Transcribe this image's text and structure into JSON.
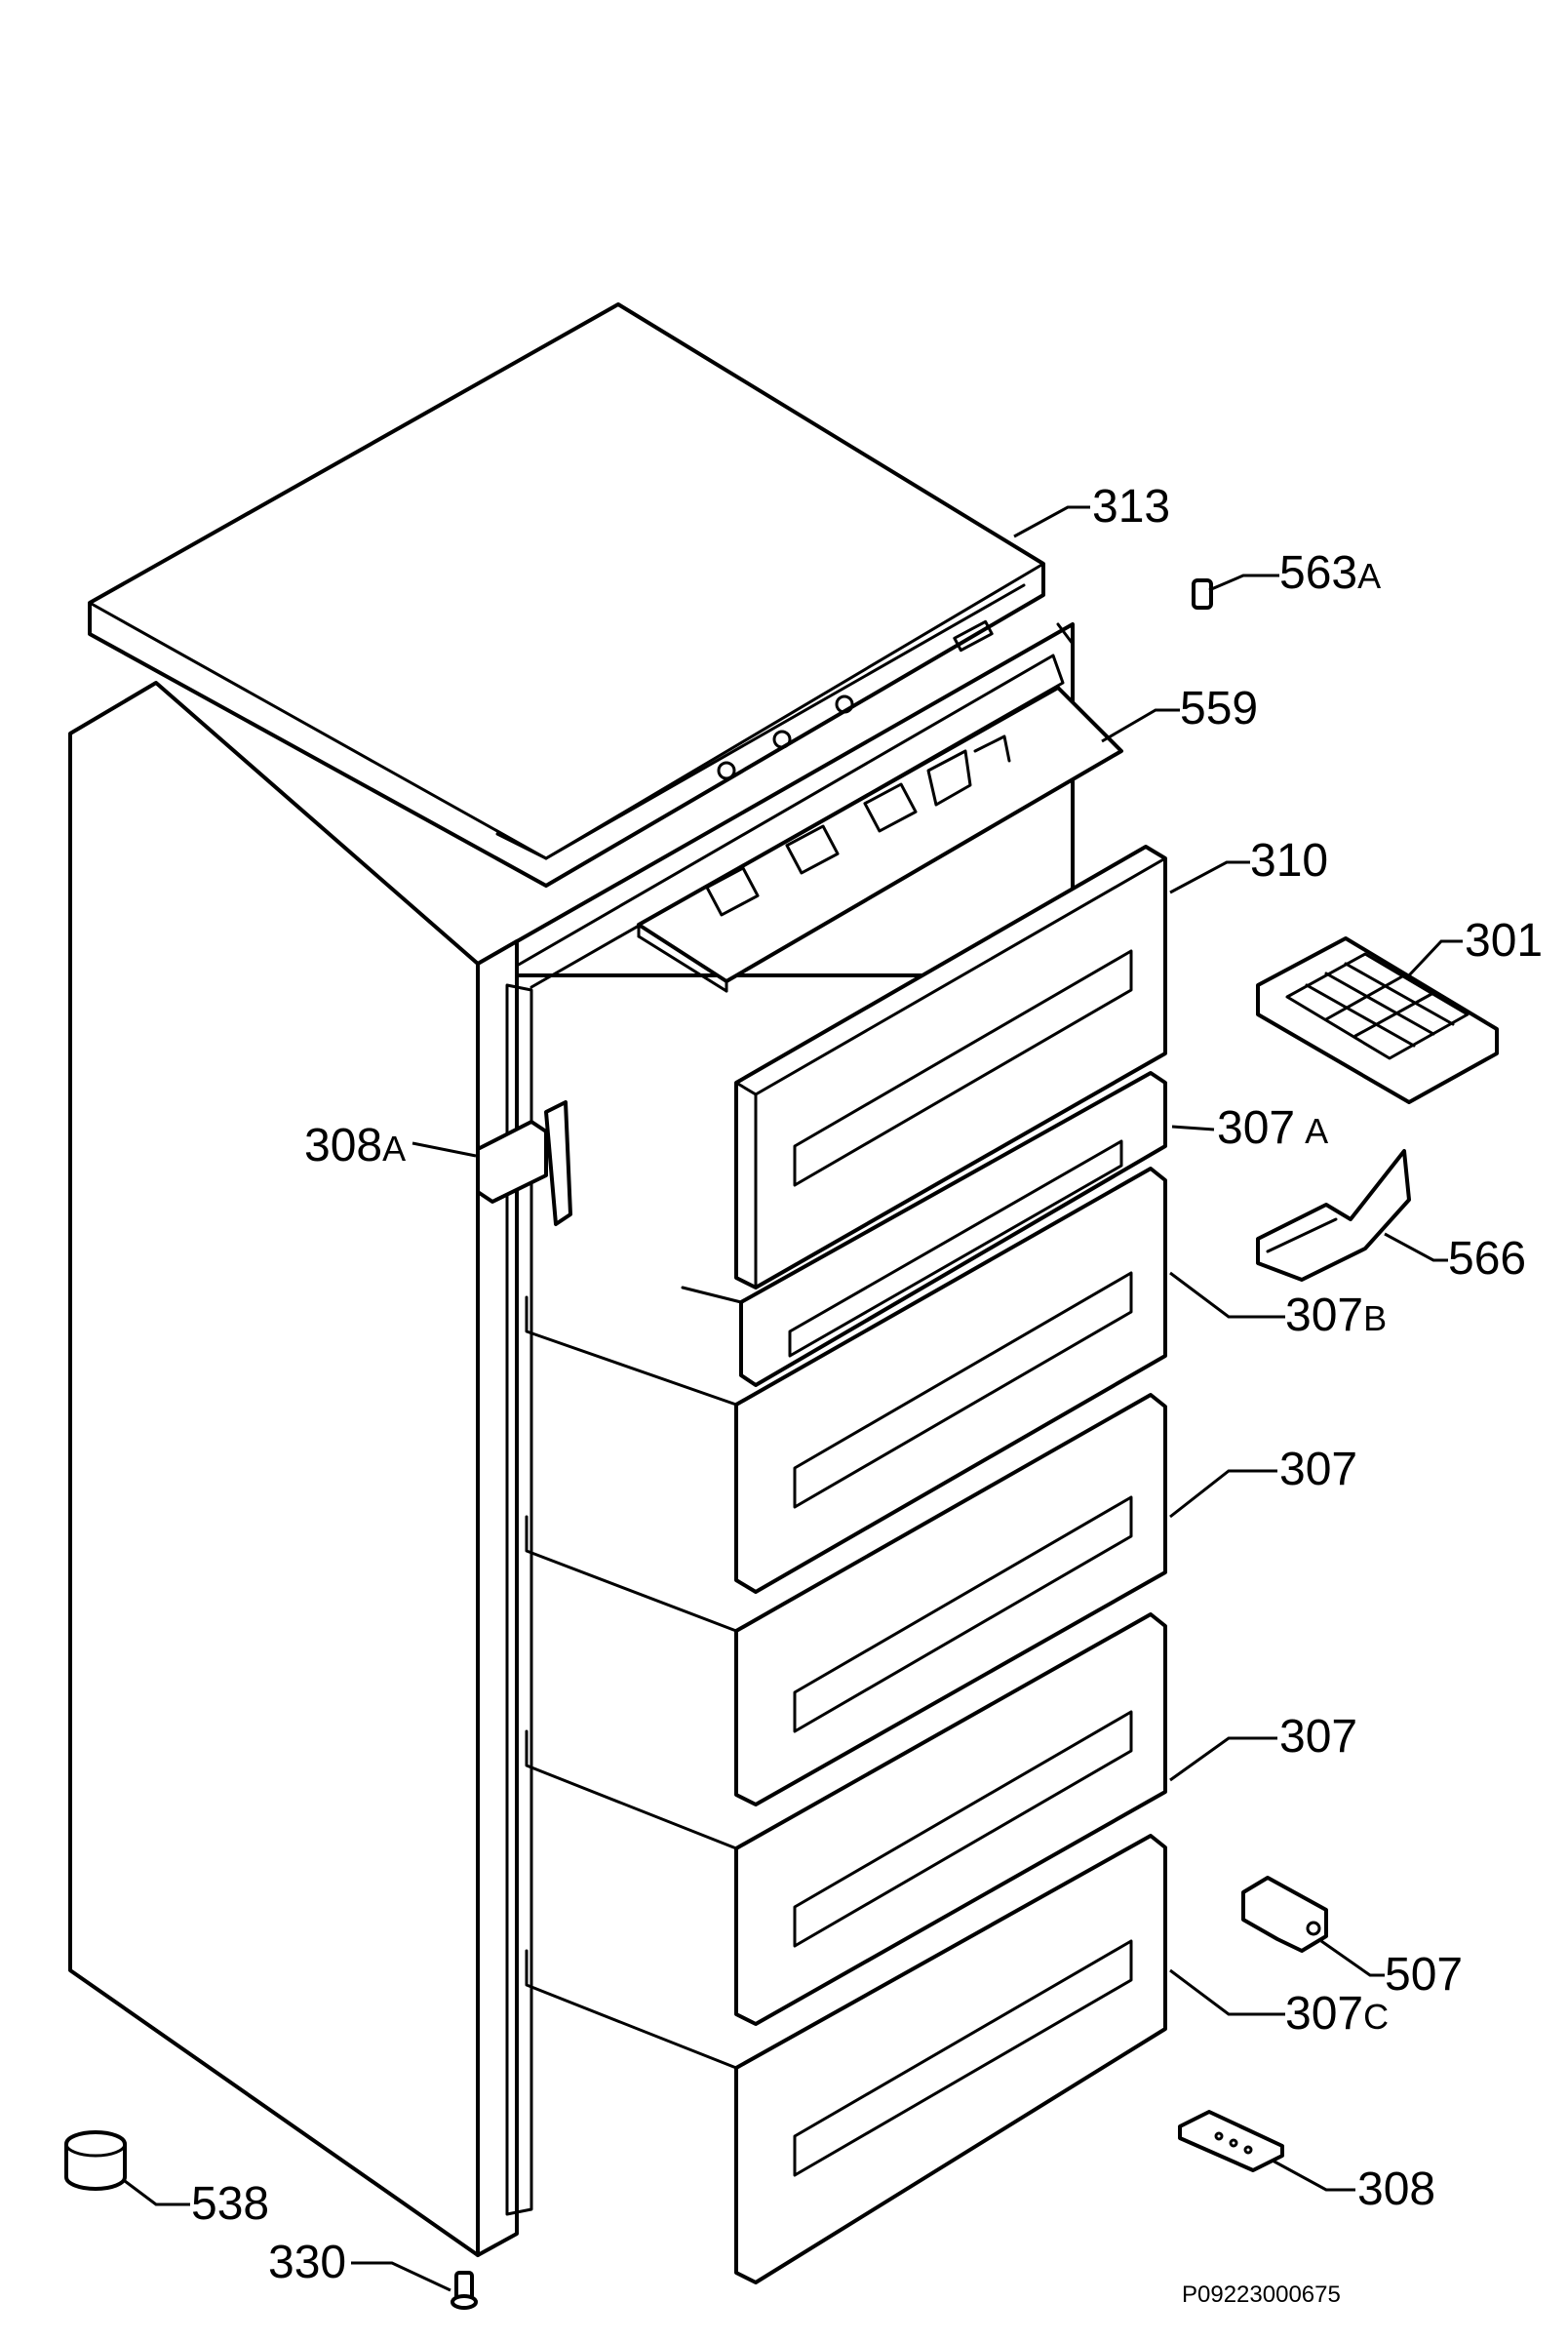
{
  "labels": {
    "p313": "313",
    "p563": "563",
    "p563_suffix": "A",
    "p559": "559",
    "p310": "310",
    "p301": "301",
    "p308a": "308",
    "p308a_suffix": "A",
    "p307a": "307",
    "p307a_suffix": "A",
    "p566": "566",
    "p307b": "307",
    "p307b_suffix": "B",
    "p307_1": "307",
    "p307_2": "307",
    "p507": "507",
    "p307c": "307",
    "p307c_suffix": "C",
    "p538": "538",
    "p308": "308",
    "p330": "330"
  },
  "drawing_code": "P09223000675",
  "colors": {
    "line": "#000000",
    "background": "#ffffff"
  }
}
